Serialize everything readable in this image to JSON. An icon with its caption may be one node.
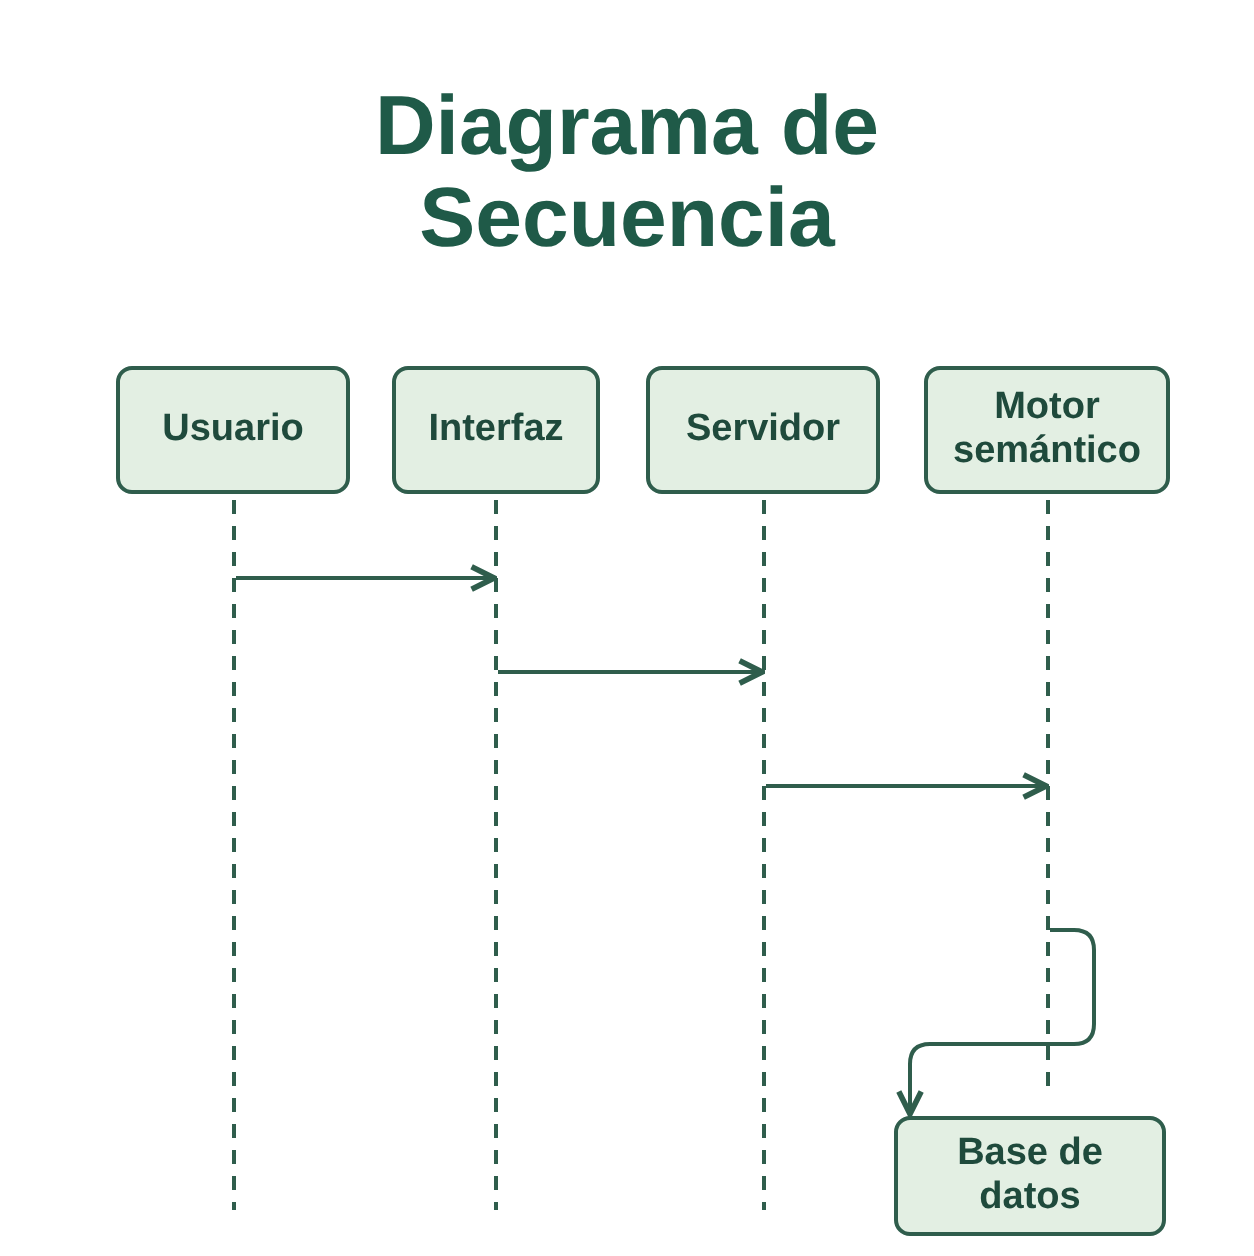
{
  "diagram": {
    "title": "Diagrama de Secuencia",
    "nodes": [
      {
        "text": [
          "Usuario"
        ]
      },
      {
        "text": [
          "Interfaz"
        ]
      },
      {
        "text": [
          "Servidor"
        ]
      },
      {
        "text": [
          "Motor semántico"
        ]
      },
      {
        "text": [],
        "shape": "line"
      },
      {
        "text": [],
        "shape": "line"
      },
      {
        "text": [],
        "shape": "line"
      },
      {
        "text": [],
        "shape": "line"
      },
      {
        "text": [
          "Base de datos"
        ]
      }
    ],
    "edges": [
      {
        "from": 4,
        "to": 5,
        "arrow": "to"
      },
      {
        "from": 5,
        "to": 6,
        "arrow": "to"
      },
      {
        "from": 6,
        "to": 7,
        "arrow": "to"
      },
      {
        "from": 7,
        "to": 8,
        "arrow": "to"
      }
    ]
  }
}
